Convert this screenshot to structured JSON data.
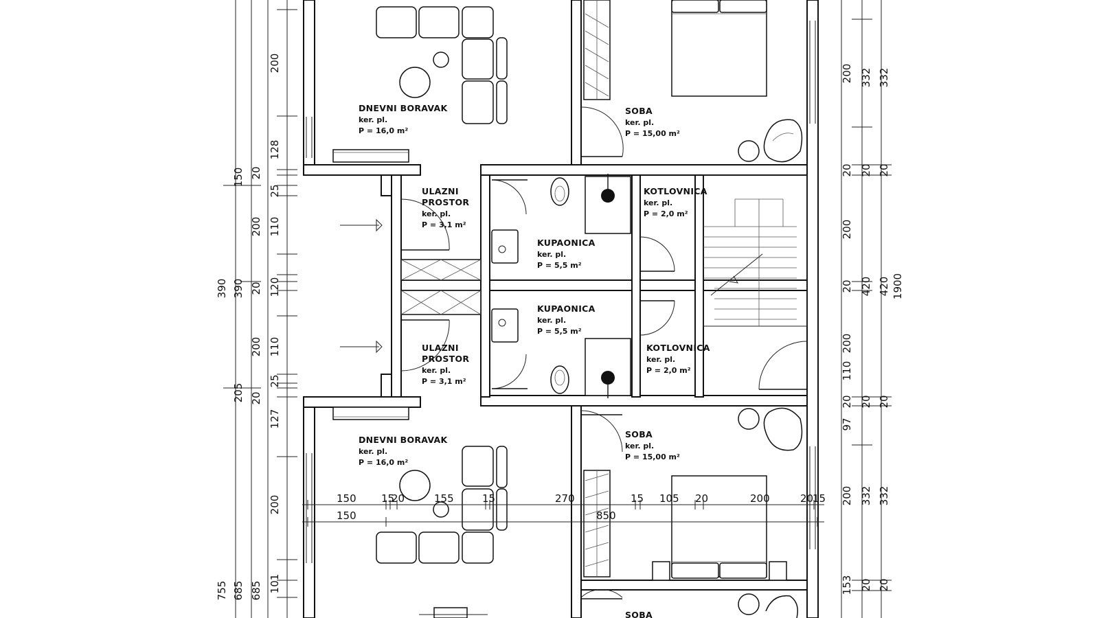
{
  "rooms": {
    "living_top": {
      "name": "DNEVNI BORAVAK",
      "floor": "ker. pl.",
      "area": "P = 16,0 m²"
    },
    "soba_top": {
      "name": "SOBA",
      "floor": "ker. pl.",
      "area": "P = 15,00 m²"
    },
    "ulaz_top": {
      "name1": "ULAZNI",
      "name2": "PROSTOR",
      "floor": "ker. pl.",
      "area": "P = 3,1 m²"
    },
    "kupaonica_top": {
      "name": "KUPAONICA",
      "floor": "ker. pl.",
      "area": "P = 5,5 m²"
    },
    "kotlovnica_top": {
      "name": "KOTLOVNICA",
      "floor": "ker. pl.",
      "area": "P = 2,0 m²"
    },
    "kupaonica_bottom": {
      "name": "KUPAONICA",
      "floor": "ker. pl.",
      "area": "P = 5,5 m²"
    },
    "ulaz_bottom": {
      "name1": "ULAZNI",
      "name2": "PROSTOR",
      "floor": "ker. pl.",
      "area": "P = 3,1 m²"
    },
    "kotlovnica_bottom": {
      "name": "KOTLOVNICA",
      "floor": "ker. pl.",
      "area": "P = 2,0 m²"
    },
    "living_bottom": {
      "name": "DNEVNI BORAVAK",
      "floor": "ker. pl.",
      "area": "P = 16,0 m²"
    },
    "soba_bottom": {
      "name": "SOBA",
      "floor": "ker. pl.",
      "area": "P = 15,00 m²"
    },
    "soba_cut": {
      "name": "SOBA"
    }
  },
  "dims": {
    "left_outer": [
      "390",
      "755"
    ],
    "left_mid": [
      "390",
      "685"
    ],
    "left_inner": [
      "200",
      "110",
      "20",
      "110",
      "685"
    ],
    "left_small": [
      "200",
      "128",
      "150",
      "20",
      "25",
      "110",
      "120",
      "110",
      "25",
      "205",
      "20",
      "127",
      "200",
      "101",
      "20"
    ],
    "right_inner": [
      "200",
      "20",
      "20",
      "200",
      "20",
      "200",
      "110",
      "20",
      "97",
      "200",
      "153",
      "20"
    ],
    "right_mid": [
      "332",
      "20",
      "20",
      "420",
      "20",
      "332",
      "20"
    ],
    "right_outer": [
      "332",
      "1900",
      "332"
    ],
    "horizontal_row1": [
      "150",
      "15",
      "20",
      "155",
      "15",
      "270",
      "15",
      "105",
      "20",
      "200",
      "20",
      "15"
    ],
    "horizontal_row2": [
      "150",
      "850"
    ]
  }
}
